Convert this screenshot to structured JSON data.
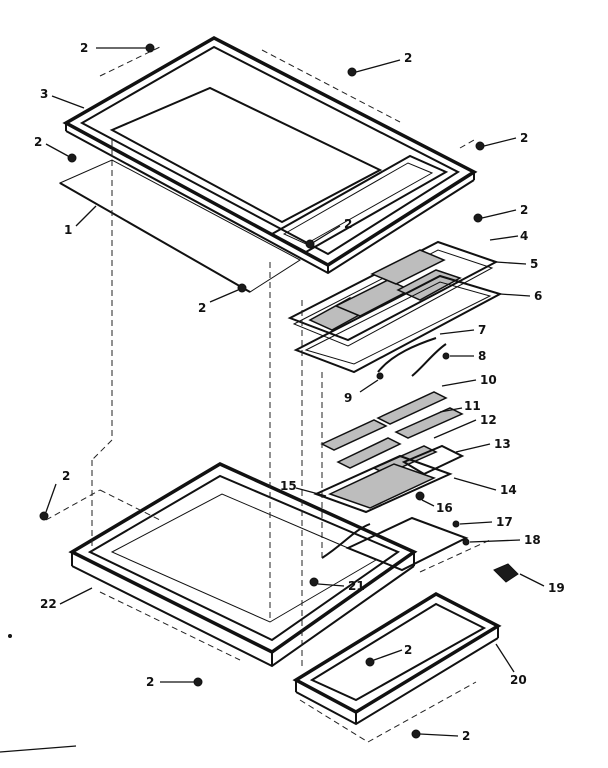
{
  "callouts": [
    {
      "id": "c-2a",
      "text": "2"
    },
    {
      "id": "c-2b",
      "text": "2"
    },
    {
      "id": "c-3",
      "text": "3"
    },
    {
      "id": "c-2c",
      "text": "2"
    },
    {
      "id": "c-2d",
      "text": "2"
    },
    {
      "id": "c-1",
      "text": "1"
    },
    {
      "id": "c-2e",
      "text": "2"
    },
    {
      "id": "c-2f",
      "text": "2"
    },
    {
      "id": "c-2g",
      "text": "2"
    },
    {
      "id": "c-4",
      "text": "4"
    },
    {
      "id": "c-5",
      "text": "5"
    },
    {
      "id": "c-6",
      "text": "6"
    },
    {
      "id": "c-7",
      "text": "7"
    },
    {
      "id": "c-8",
      "text": "8"
    },
    {
      "id": "c-9",
      "text": "9"
    },
    {
      "id": "c-10",
      "text": "10"
    },
    {
      "id": "c-11",
      "text": "11"
    },
    {
      "id": "c-12",
      "text": "12"
    },
    {
      "id": "c-13",
      "text": "13"
    },
    {
      "id": "c-14",
      "text": "14"
    },
    {
      "id": "c-15",
      "text": "15"
    },
    {
      "id": "c-16",
      "text": "16"
    },
    {
      "id": "c-17",
      "text": "17"
    },
    {
      "id": "c-18",
      "text": "18"
    },
    {
      "id": "c-19",
      "text": "19"
    },
    {
      "id": "c-2h",
      "text": "2"
    },
    {
      "id": "c-21",
      "text": "21"
    },
    {
      "id": "c-22",
      "text": "22"
    },
    {
      "id": "c-2i",
      "text": "2"
    },
    {
      "id": "c-20",
      "text": "20"
    },
    {
      "id": "c-2j",
      "text": "2"
    },
    {
      "id": "c-2k",
      "text": "2"
    }
  ]
}
